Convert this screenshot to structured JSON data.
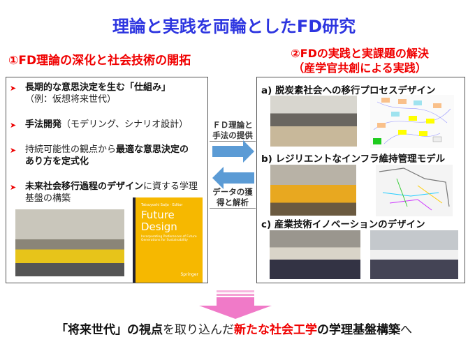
{
  "title": "理論と実践を両輪としたFD研究",
  "left": {
    "heading": "①FD理論の深化と社会技術の開拓",
    "bullets": [
      {
        "bold": "長期的な意思決定を生む「仕組み」",
        "normal": "（例：仮想将来世代）",
        "after": ""
      },
      {
        "bold": "手法開発",
        "normal": "（モデリング、シナリオ設計）",
        "after": ""
      },
      {
        "pre": "持続可能性の観点から",
        "bold": "最適な意思決定のあり方を定式化"
      },
      {
        "bold": "未来社会移行過程のデザイン",
        "normal": "に資する学理基盤の構築"
      }
    ],
    "book": {
      "author": "Tatsuyoshi Saijo · Editor",
      "title1": "Future",
      "title2": "Design",
      "subtitle": "Incorporating Preferences of Future Generations for Sustainability",
      "publisher": "Springer"
    }
  },
  "arrows": {
    "to_right_label": "ＦＤ理論と手法の提供",
    "to_left_label": "データの獲得と解析",
    "color": "#5b9bd5"
  },
  "right": {
    "heading1": "②FDの実践と実課題の解決",
    "heading2": "（産学官共創による実践）",
    "items": [
      {
        "label": "a) 脱炭素社会への移行プロセスデザイン"
      },
      {
        "label": "b) レジリエントなインフラ維持管理モデル"
      },
      {
        "label": "c) 産業技術イノベーションのデザイン"
      }
    ]
  },
  "bottom": {
    "p1": "「将来世代」の視点",
    "p2": "を取り込んだ",
    "p3": "新たな社会工学",
    "p4": "の学理基盤構築",
    "p5": "へ",
    "arrow_color": "#f07ac8"
  },
  "colors": {
    "title": "#2d35e0",
    "heading": "#f00000"
  }
}
